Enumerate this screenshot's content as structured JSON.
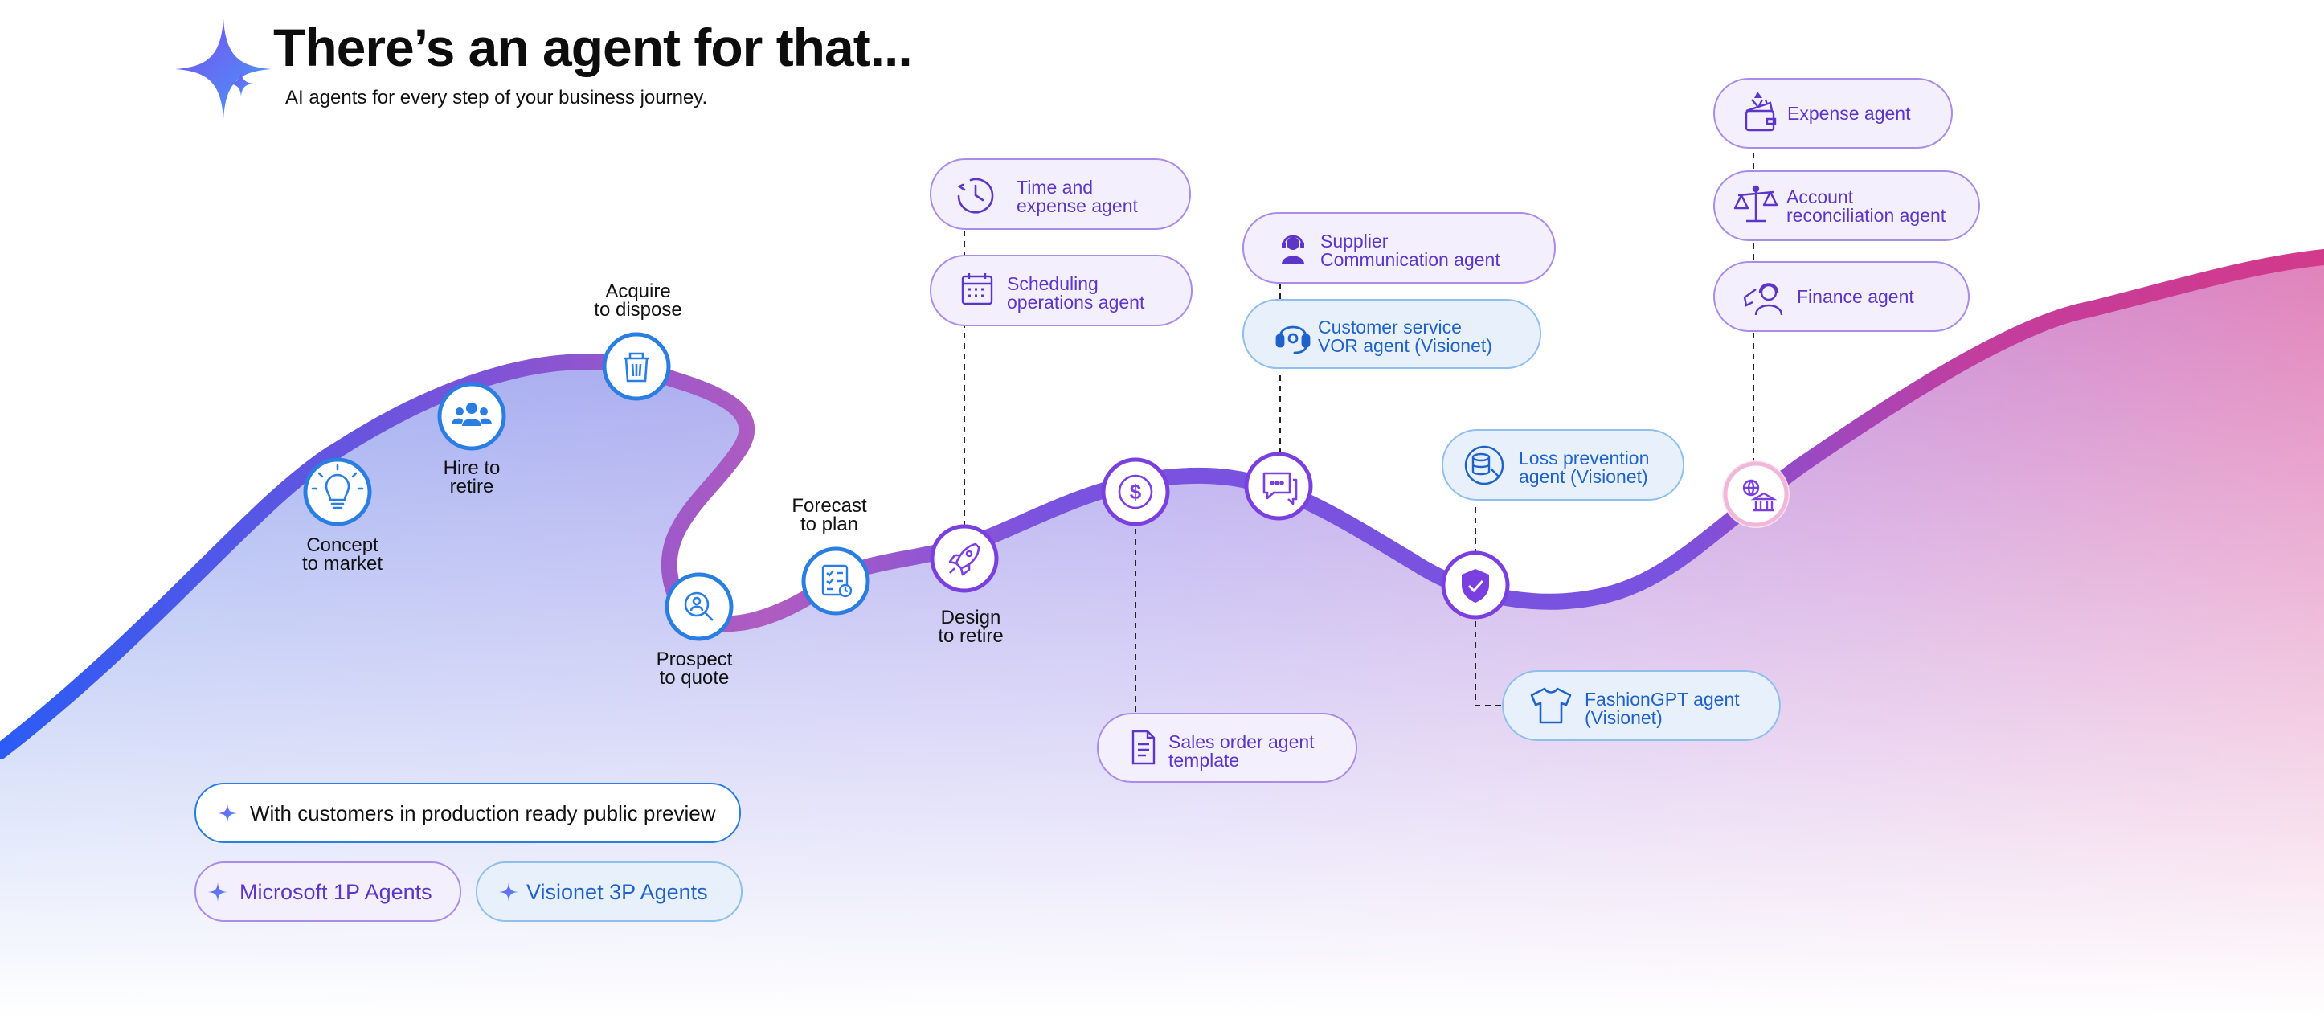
{
  "header": {
    "title": "There’s an agent for that...",
    "subtitle": "AI agents for every step of your business journey."
  },
  "stages": [
    {
      "id": "concept",
      "lines": [
        "Concept",
        "to market"
      ],
      "icon": "lightbulb-icon"
    },
    {
      "id": "hire",
      "lines": [
        "Hire to",
        "retire"
      ],
      "icon": "people-icon"
    },
    {
      "id": "acquire",
      "lines": [
        "Acquire",
        "to dispose"
      ],
      "icon": "trash-bin-icon"
    },
    {
      "id": "prospect",
      "lines": [
        "Prospect",
        "to quote"
      ],
      "icon": "search-person-icon"
    },
    {
      "id": "forecast",
      "lines": [
        "Forecast",
        "to plan"
      ],
      "icon": "checklist-icon"
    },
    {
      "id": "design",
      "lines": [
        "Design",
        "to retire"
      ],
      "icon": "rocket-icon"
    },
    {
      "id": "sales",
      "lines": [],
      "icon": "dollar-icon"
    },
    {
      "id": "service",
      "lines": [],
      "icon": "chat-icon"
    },
    {
      "id": "loss",
      "lines": [],
      "icon": "shield-check-icon"
    },
    {
      "id": "finance",
      "lines": [],
      "icon": "bank-globe-icon"
    }
  ],
  "agents": [
    {
      "id": "time-expense",
      "lines": [
        "Time and",
        "expense agent"
      ],
      "type": "1P",
      "icon": "clock-icon"
    },
    {
      "id": "scheduling",
      "lines": [
        "Scheduling",
        "operations agent"
      ],
      "type": "1P",
      "icon": "calendar-icon"
    },
    {
      "id": "sales-order",
      "lines": [
        "Sales order agent",
        "template"
      ],
      "type": "1P",
      "icon": "document-icon"
    },
    {
      "id": "supplier",
      "lines": [
        "Supplier",
        "Communication agent"
      ],
      "type": "1P",
      "icon": "support-person-icon"
    },
    {
      "id": "customer-service",
      "lines": [
        "Customer service",
        "VOR agent (Visionet)"
      ],
      "type": "3P",
      "icon": "headset-icon"
    },
    {
      "id": "loss-prevention",
      "lines": [
        "Loss prevention",
        "agent (Visionet)"
      ],
      "type": "3P",
      "icon": "database-icon"
    },
    {
      "id": "fashiongpt",
      "lines": [
        "FashionGPT agent",
        "(Visionet)"
      ],
      "type": "3P",
      "icon": "tshirt-icon"
    },
    {
      "id": "expense",
      "lines": [
        "Expense agent"
      ],
      "type": "1P",
      "icon": "wallet-icon"
    },
    {
      "id": "reconciliation",
      "lines": [
        "Account",
        "reconciliation agent"
      ],
      "type": "1P",
      "icon": "scales-icon"
    },
    {
      "id": "finance-agent",
      "lines": [
        "Finance agent"
      ],
      "type": "1P",
      "icon": "support-person-icon"
    }
  ],
  "legend": {
    "preview": "With customers in production ready public preview",
    "first_party": "Microsoft 1P Agents",
    "third_party": "Visionet 3P Agents"
  },
  "colors": {
    "purple": "#7b3fe0",
    "blue": "#2a7de1",
    "magenta": "#cf3a8f",
    "pill_1p_bg": "#f3effd",
    "pill_3p_bg": "#e8f1fb"
  }
}
